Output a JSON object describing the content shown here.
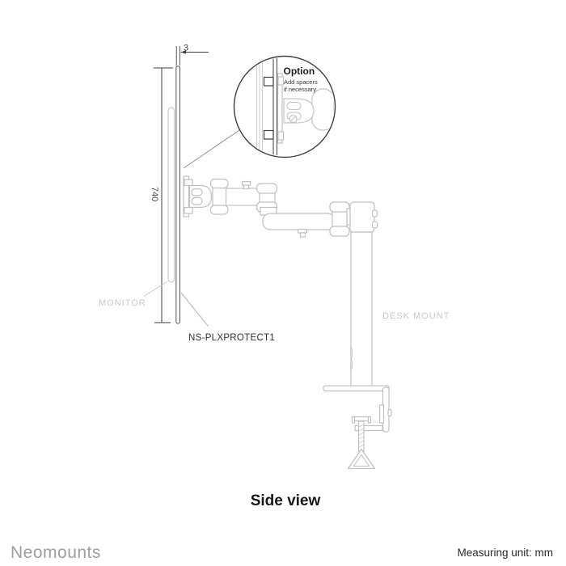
{
  "title": "Side view",
  "product": {
    "code": "NS-PLXPROTECT1"
  },
  "dimensions": {
    "panel_thickness_mm": "3",
    "panel_height_mm": "740"
  },
  "labels": {
    "monitor": "MONITOR",
    "desk_mount": "DESK MOUNT"
  },
  "callout": {
    "title": "Option",
    "note_line1": "Add spacers",
    "note_line2": "if necessary"
  },
  "footer": {
    "brand": "Neomounts",
    "measuring_unit": "Measuring unit: mm"
  },
  "colors": {
    "hardware_line": "#c0c0c0",
    "panel_line": "#4f4f4f",
    "dimension_line": "#3f3f3f",
    "faint_label": "#c9c9c9",
    "dark_text": "#222222",
    "brand_gray": "#9e9e9e",
    "background": "#ffffff"
  }
}
